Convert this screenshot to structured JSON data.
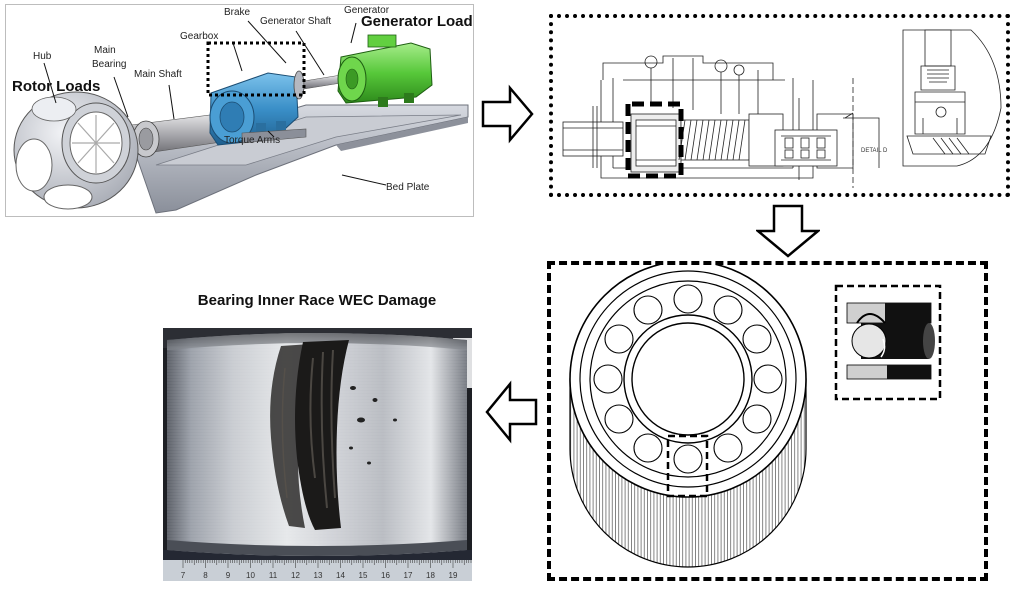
{
  "turbine": {
    "labels": {
      "hub": "Hub",
      "main_bearing": "Main\nBearing",
      "main_bearing_l1": "Main",
      "main_bearing_l2": "Bearing",
      "main_shaft": "Main Shaft",
      "gearbox": "Gearbox",
      "brake": "Brake",
      "generator_shaft": "Generator Shaft",
      "generator": "Generator",
      "torque_arms": "Torque Arms",
      "bed_plate": "Bed Plate"
    },
    "rotor_loads": "Rotor Loads",
    "generator_loads": "Generator Loads",
    "colors": {
      "gearbox": "#3a8fc8",
      "generator": "#57c83a",
      "bedplate": "#b9bdc6",
      "hub": "#d7d9de"
    }
  },
  "drawing": {
    "detail_label": "DETAIL D"
  },
  "wec": {
    "title": "Bearing Inner Race WEC Damage",
    "ruler_numbers": [
      "7",
      "8",
      "9",
      "10",
      "11",
      "12",
      "13",
      "14",
      "15",
      "16",
      "17",
      "18",
      "19"
    ]
  },
  "flow": {
    "arrow_icons": [
      "right-arrow-icon",
      "down-arrow-icon",
      "left-arrow-icon"
    ]
  }
}
